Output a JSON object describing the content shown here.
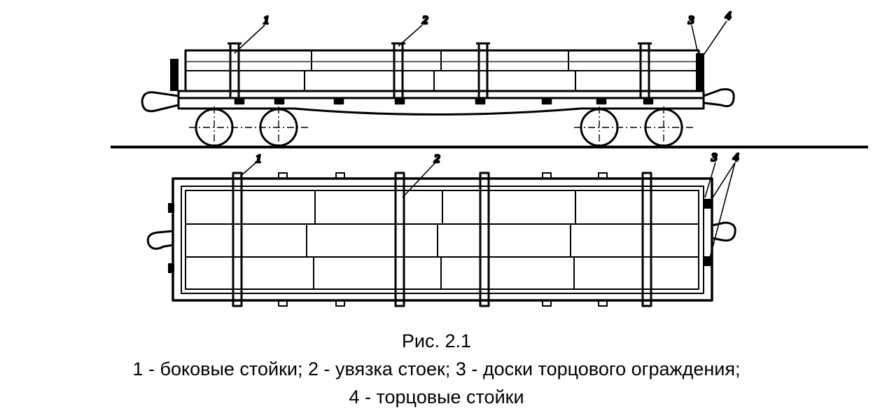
{
  "labels": {
    "side_view": [
      "1",
      "2",
      "3",
      "4"
    ],
    "top_view": [
      "1",
      "2",
      "3",
      "4"
    ]
  },
  "caption": {
    "title": "Рис. 2.1",
    "line1": "1 - боковые стойки; 2 - увязка стоек; 3 - доски торцового ограждения;",
    "line2": "4 - торцовые стойки"
  }
}
